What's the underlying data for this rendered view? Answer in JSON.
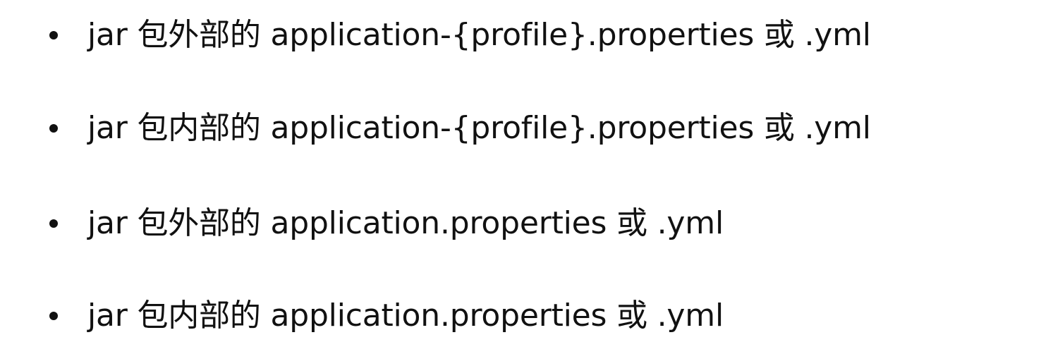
{
  "document": {
    "items": [
      {
        "text": "jar 包外部的 application-{profile}.properties 或 .yml"
      },
      {
        "text": "jar 包内部的 application-{profile}.properties 或 .yml"
      },
      {
        "text": "jar 包外部的 application.properties 或 .yml"
      },
      {
        "text": "jar 包内部的 application.properties 或 .yml"
      }
    ]
  }
}
